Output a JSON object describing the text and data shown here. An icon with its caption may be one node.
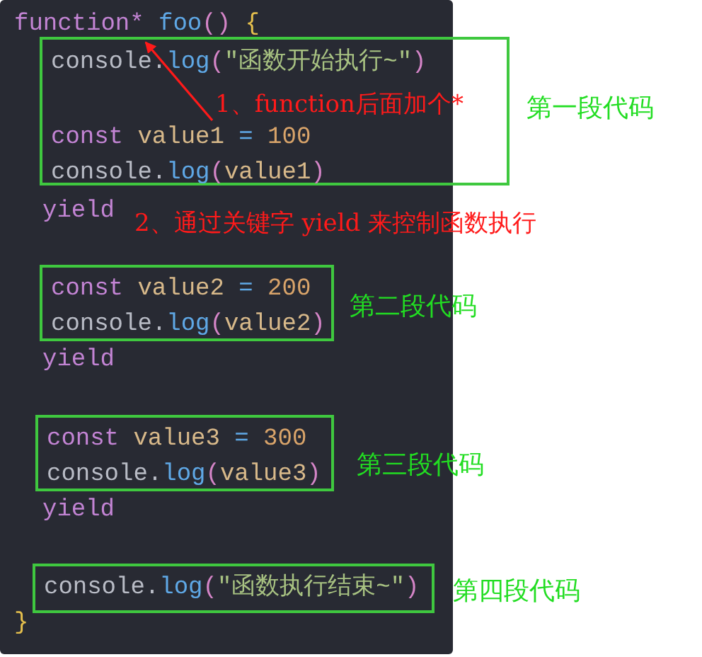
{
  "diagram": {
    "nodes": [
      {
        "text": [
          "function* foo() {"
        ]
      },
      {
        "text": [
          "console.log(\"函数开始执行~\")",
          "const value1 = 100",
          "console.log(value1)"
        ],
        "beside": [
          "第一段代码"
        ]
      },
      {
        "text": [
          "const value2 = 200",
          "console.log(value2)"
        ],
        "beside": [
          "第二段代码"
        ]
      },
      {
        "text": [
          "const value3 = 300",
          "console.log(value3)"
        ],
        "beside": [
          "第三段代码"
        ]
      },
      {
        "text": [
          "console.log(\"函数执行结束~\")"
        ],
        "beside": [
          "第四段代码"
        ]
      },
      {
        "text": [
          "1、function后面加个*"
        ],
        "in": 1
      }
    ],
    "edges": [
      {
        "from": 5,
        "to": 0,
        "arrow": "to"
      }
    ],
    "labels": [
      "yield",
      "2、通过关键字 yield 来控制函数执行",
      "yield",
      "yield",
      "}"
    ]
  }
}
